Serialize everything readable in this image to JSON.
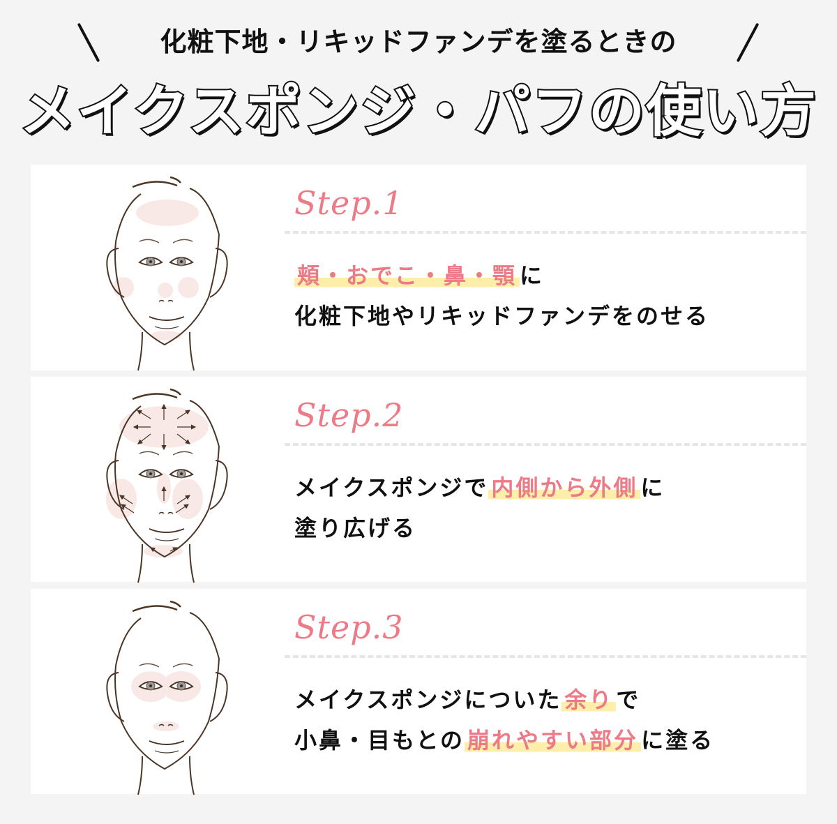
{
  "header": {
    "subtitle": "化粧下地・リキッドファンデを塗るときの",
    "title": "メイクスポンジ・パフの使い方"
  },
  "colors": {
    "background": "#f4f4f4",
    "card": "#ffffff",
    "accent_pink": "#ec7a87",
    "highlight_yellow": "#fdeeaa",
    "face_line": "#4a3526",
    "skin_patch": "#f8e9e6",
    "divider": "#e6e6e6"
  },
  "steps": [
    {
      "label": "Step.1",
      "illustration": "face-with-forehead-cheeks-nose-chin-patches",
      "lines": [
        [
          {
            "text": "頬・おでこ・鼻・顎",
            "highlight": true
          },
          {
            "text": "に",
            "highlight": false
          }
        ],
        [
          {
            "text": "化粧下地やリキッドファンデをのせる",
            "highlight": false
          }
        ]
      ]
    },
    {
      "label": "Step.2",
      "illustration": "face-with-outward-arrows",
      "lines": [
        [
          {
            "text": "メイクスポンジで",
            "highlight": false
          },
          {
            "text": "内側から外側",
            "highlight": true
          },
          {
            "text": "に",
            "highlight": false
          }
        ],
        [
          {
            "text": "塗り広げる",
            "highlight": false
          }
        ]
      ]
    },
    {
      "label": "Step.3",
      "illustration": "face-with-eye-and-nose-patches",
      "lines": [
        [
          {
            "text": "メイクスポンジについた",
            "highlight": false
          },
          {
            "text": "余り",
            "highlight": true
          },
          {
            "text": "で",
            "highlight": false
          }
        ],
        [
          {
            "text": "小鼻・目もとの",
            "highlight": false
          },
          {
            "text": "崩れやすい部分",
            "highlight": true
          },
          {
            "text": "に塗る",
            "highlight": false
          }
        ]
      ]
    }
  ]
}
